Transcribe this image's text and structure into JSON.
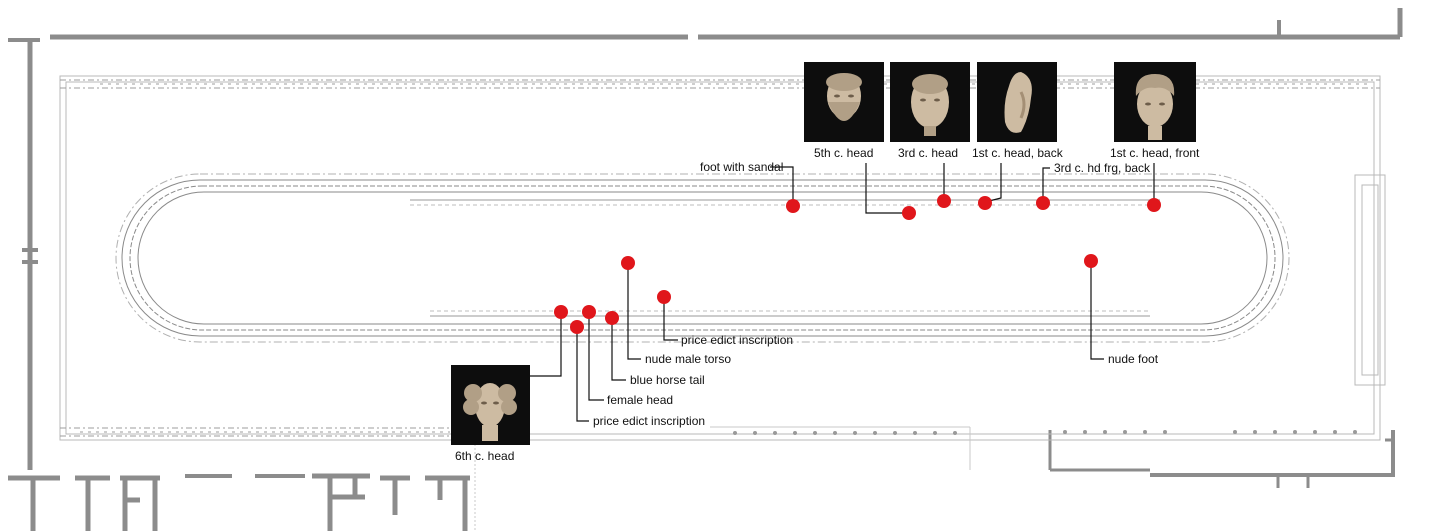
{
  "colors": {
    "marker": "#e0161b",
    "leader": "#111111",
    "plan_line": "#8a8a8a",
    "wall": "#8c8c8c",
    "thumb_bg": "#0d0d0d",
    "marble": "#cdbba2"
  },
  "find_labels": {
    "foot_with_sandal": "foot with sandal",
    "head_5th_c": "5th c. head",
    "head_3rd_c": "3rd c. head",
    "head_1st_c_back": "1st c. head, back",
    "head_frg_3rd_c_back": "3rd c. hd frg, back",
    "head_1st_c_front": "1st c. head, front",
    "price_edict_inscription_upper": "price edict inscription",
    "nude_male_torso": "nude male torso",
    "blue_horse_tail": "blue horse tail",
    "female_head": "female head",
    "price_edict_inscription_lower": "price edict inscription",
    "head_6th_c": "6th c. head",
    "nude_foot": "nude foot"
  },
  "photo_icons": {
    "head_5th_c": "bearded-marble-head-icon",
    "head_3rd_c": "worn-marble-head-icon",
    "head_1st_c_back": "head-fragment-icon",
    "head_1st_c_front": "curly-haired-head-icon",
    "head_6th_c": "late-antique-head-icon"
  }
}
